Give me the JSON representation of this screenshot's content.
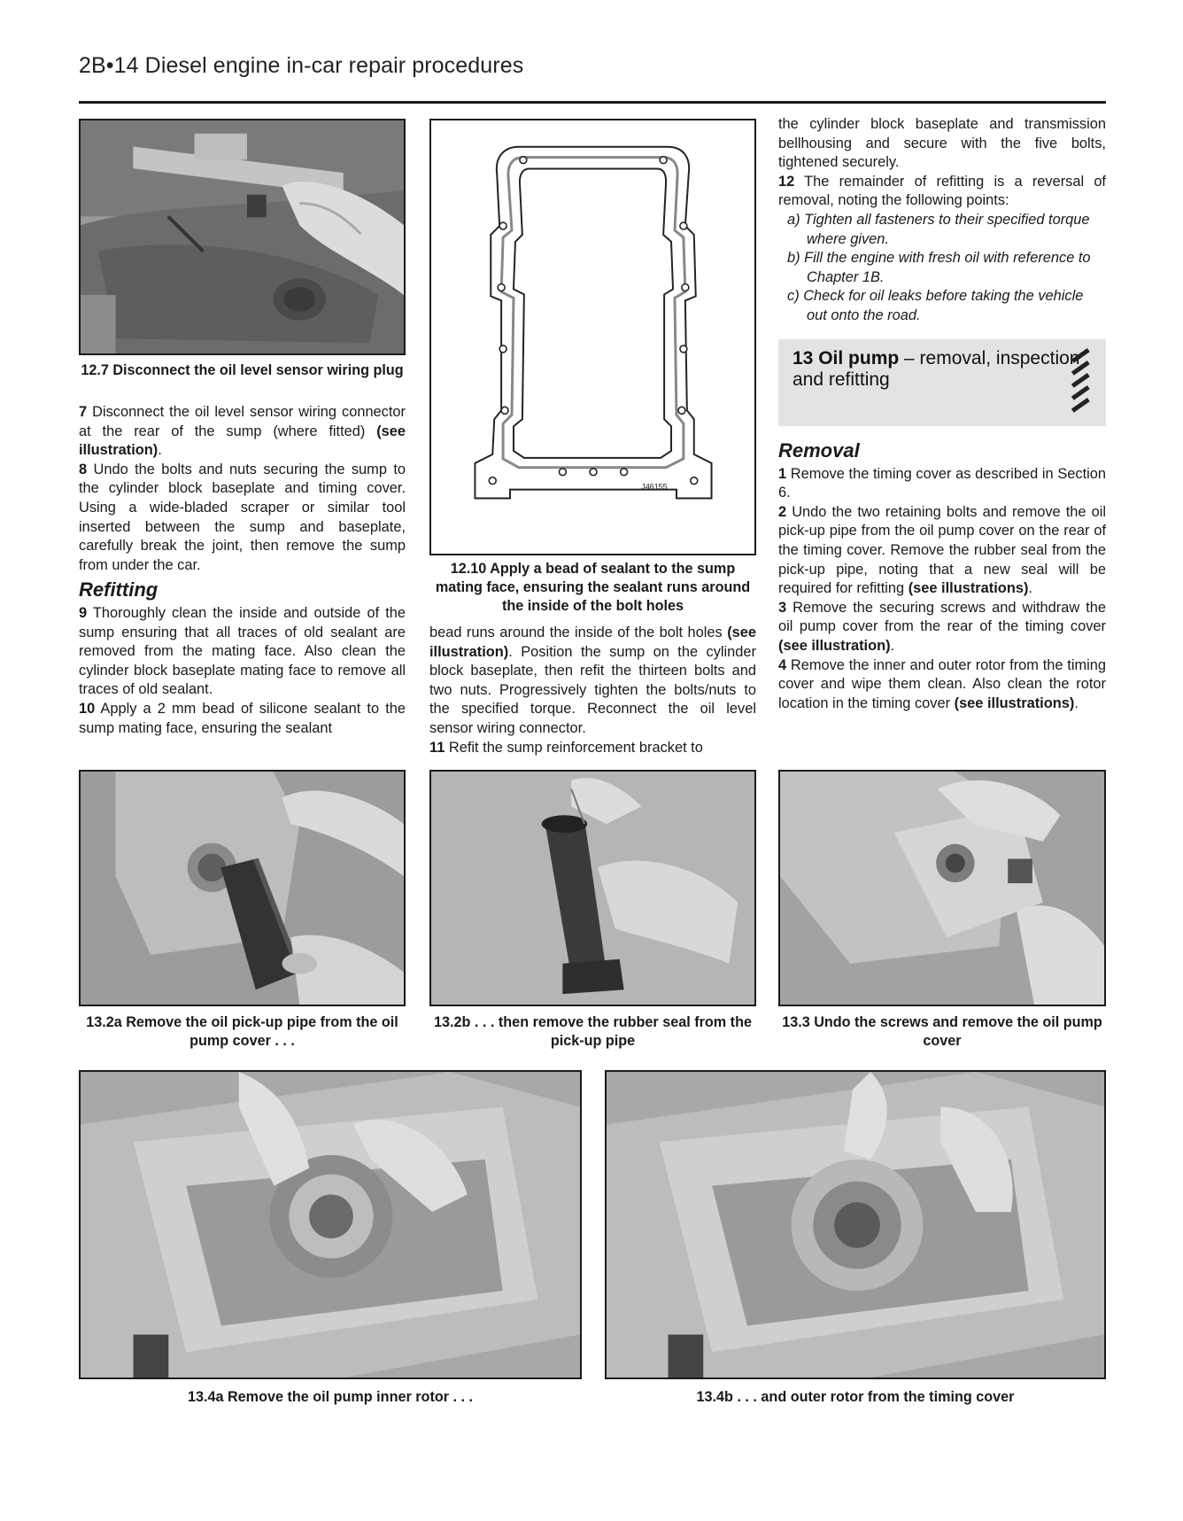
{
  "header": {
    "title": "2B•14  Diesel engine in-car repair procedures"
  },
  "figures": {
    "f12_7": {
      "caption": "12.7 Disconnect the oil level sensor wiring plug"
    },
    "f12_10": {
      "caption": "12.10 Apply a bead of sealant to the sump mating face, ensuring the sealant runs around the inside of the bolt holes",
      "drawing_code": "J46155"
    },
    "f13_2a": {
      "caption": "13.2a Remove the oil pick-up pipe from the oil pump cover . . ."
    },
    "f13_2b": {
      "caption": "13.2b . . . then remove the rubber seal from the pick-up pipe"
    },
    "f13_3": {
      "caption": "13.3 Undo the screws and remove the oil pump cover"
    },
    "f13_4a": {
      "caption": "13.4a Remove the oil pump inner rotor . . ."
    },
    "f13_4b": {
      "caption": "13.4b . . . and outer rotor from the timing cover"
    }
  },
  "col1": {
    "p7_num": "7",
    "p7_text": " Disconnect the oil level sensor wiring connector at the rear of the sump (where fitted) ",
    "p7_ref": "(see illustration)",
    "p7_end": ".",
    "p8_num": "8",
    "p8_text": " Undo the bolts and nuts securing the sump to the cylinder block baseplate and timing cover. Using a wide-bladed scraper or similar tool inserted between the sump and baseplate, carefully break the joint, then remove the sump from under the car.",
    "refitting_heading": "Refitting",
    "p9_num": "9",
    "p9_text": " Thoroughly clean the inside and outside of the sump ensuring that all traces of old sealant are removed from the mating face. Also clean the cylinder block baseplate mating face to remove all traces of old sealant.",
    "p10_num": "10",
    "p10_text": " Apply a 2 mm bead of silicone sealant to the sump mating face, ensuring the sealant"
  },
  "col2": {
    "cont_text": "bead runs around the inside of the bolt holes ",
    "cont_ref": "(see illustration)",
    "cont_rest": ". Position the sump on the cylinder block baseplate, then refit the thirteen bolts and two nuts. Progressively tighten the bolts/nuts to the specified torque. Reconnect the oil level sensor wiring connector.",
    "p11_num": "11",
    "p11_text": " Refit the sump reinforcement bracket to"
  },
  "col3": {
    "cont_text": "the cylinder block baseplate and transmission bellhousing and secure with the five bolts, tightened securely.",
    "p12_num": "12",
    "p12_text": " The remainder of refitting is a reversal of removal, noting the following points:",
    "list": [
      "a) Tighten all fasteners to their specified torque where given.",
      "b) Fill the engine with fresh oil with reference to Chapter 1B.",
      "c) Check for oil leaks before taking the vehicle out onto the road."
    ],
    "section_num": "13",
    "section_title_bold": "Oil pump",
    "section_title_rest": " – removal, inspection and refitting",
    "removal_heading": "Removal",
    "r1_num": "1",
    "r1_text": " Remove the timing cover as described in Section 6.",
    "r2_num": "2",
    "r2_text": " Undo the two retaining bolts and remove the oil pick-up pipe from the oil pump cover on the rear of the timing cover. Remove the rubber seal from the pick-up pipe, noting that a new seal will be required for refitting ",
    "r2_ref": "(see illustrations)",
    "r2_end": ".",
    "r3_num": "3",
    "r3_text": " Remove the securing screws and withdraw the oil pump cover from the rear of the timing cover ",
    "r3_ref": "(see illustration)",
    "r3_end": ".",
    "r4_num": "4",
    "r4_text": " Remove the inner and outer rotor from the timing cover and wipe them clean. Also clean the rotor location in the timing cover ",
    "r4_ref": "(see illustrations)",
    "r4_end": "."
  },
  "colors": {
    "text": "#1a1a1a",
    "section_box": "#e3e3e3",
    "photo_grey": "#8a8a8a"
  }
}
